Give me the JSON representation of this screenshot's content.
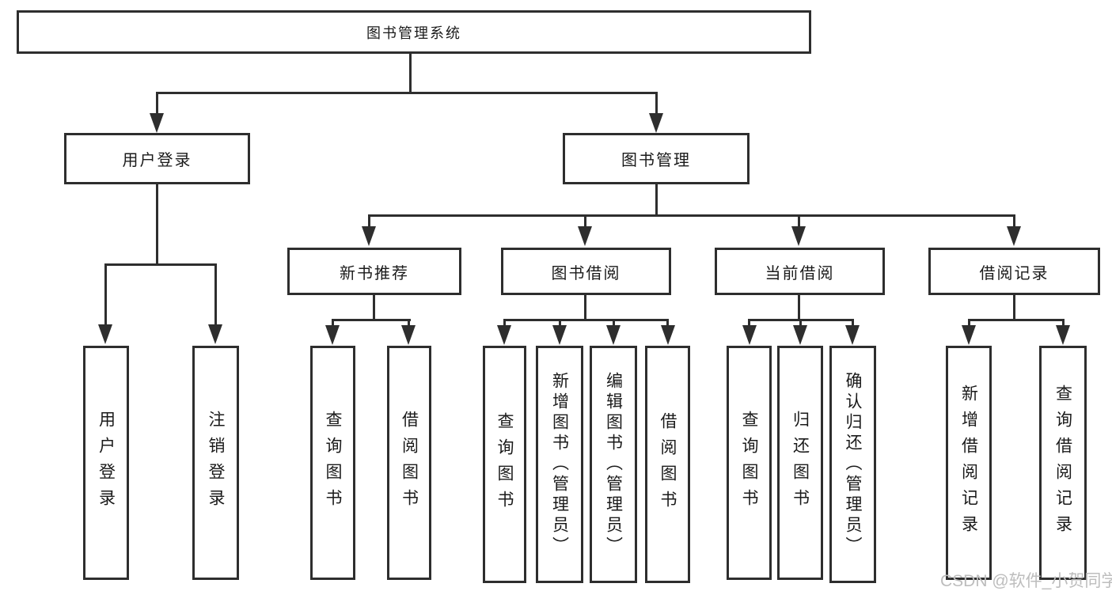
{
  "colors": {
    "line": "#2e2e2e",
    "text": "#1a1a1a",
    "watermark": "#bdbdbd",
    "background": "#ffffff"
  },
  "diagram": {
    "root": {
      "label": "图书管理系统"
    },
    "branches": [
      {
        "label": "用户登录",
        "children": [
          {
            "label": "用户登录"
          },
          {
            "label": "注销登录"
          }
        ]
      },
      {
        "label": "图书管理",
        "children": [
          {
            "label": "新书推荐",
            "children": [
              {
                "label": "查询图书"
              },
              {
                "label": "借阅图书"
              }
            ]
          },
          {
            "label": "图书借阅",
            "children": [
              {
                "label": "查询图书"
              },
              {
                "label": "新增图书（管理员）"
              },
              {
                "label": "编辑图书（管理员）"
              },
              {
                "label": "借阅图书"
              }
            ]
          },
          {
            "label": "当前借阅",
            "children": [
              {
                "label": "查询图书"
              },
              {
                "label": "归还图书"
              },
              {
                "label": "确认归还（管理员）"
              }
            ]
          },
          {
            "label": "借阅记录",
            "children": [
              {
                "label": "新增借阅记录"
              },
              {
                "label": "查询借阅记录"
              }
            ]
          }
        ]
      }
    ]
  },
  "watermark": {
    "text": "CSDN @软件_小贺同学"
  }
}
